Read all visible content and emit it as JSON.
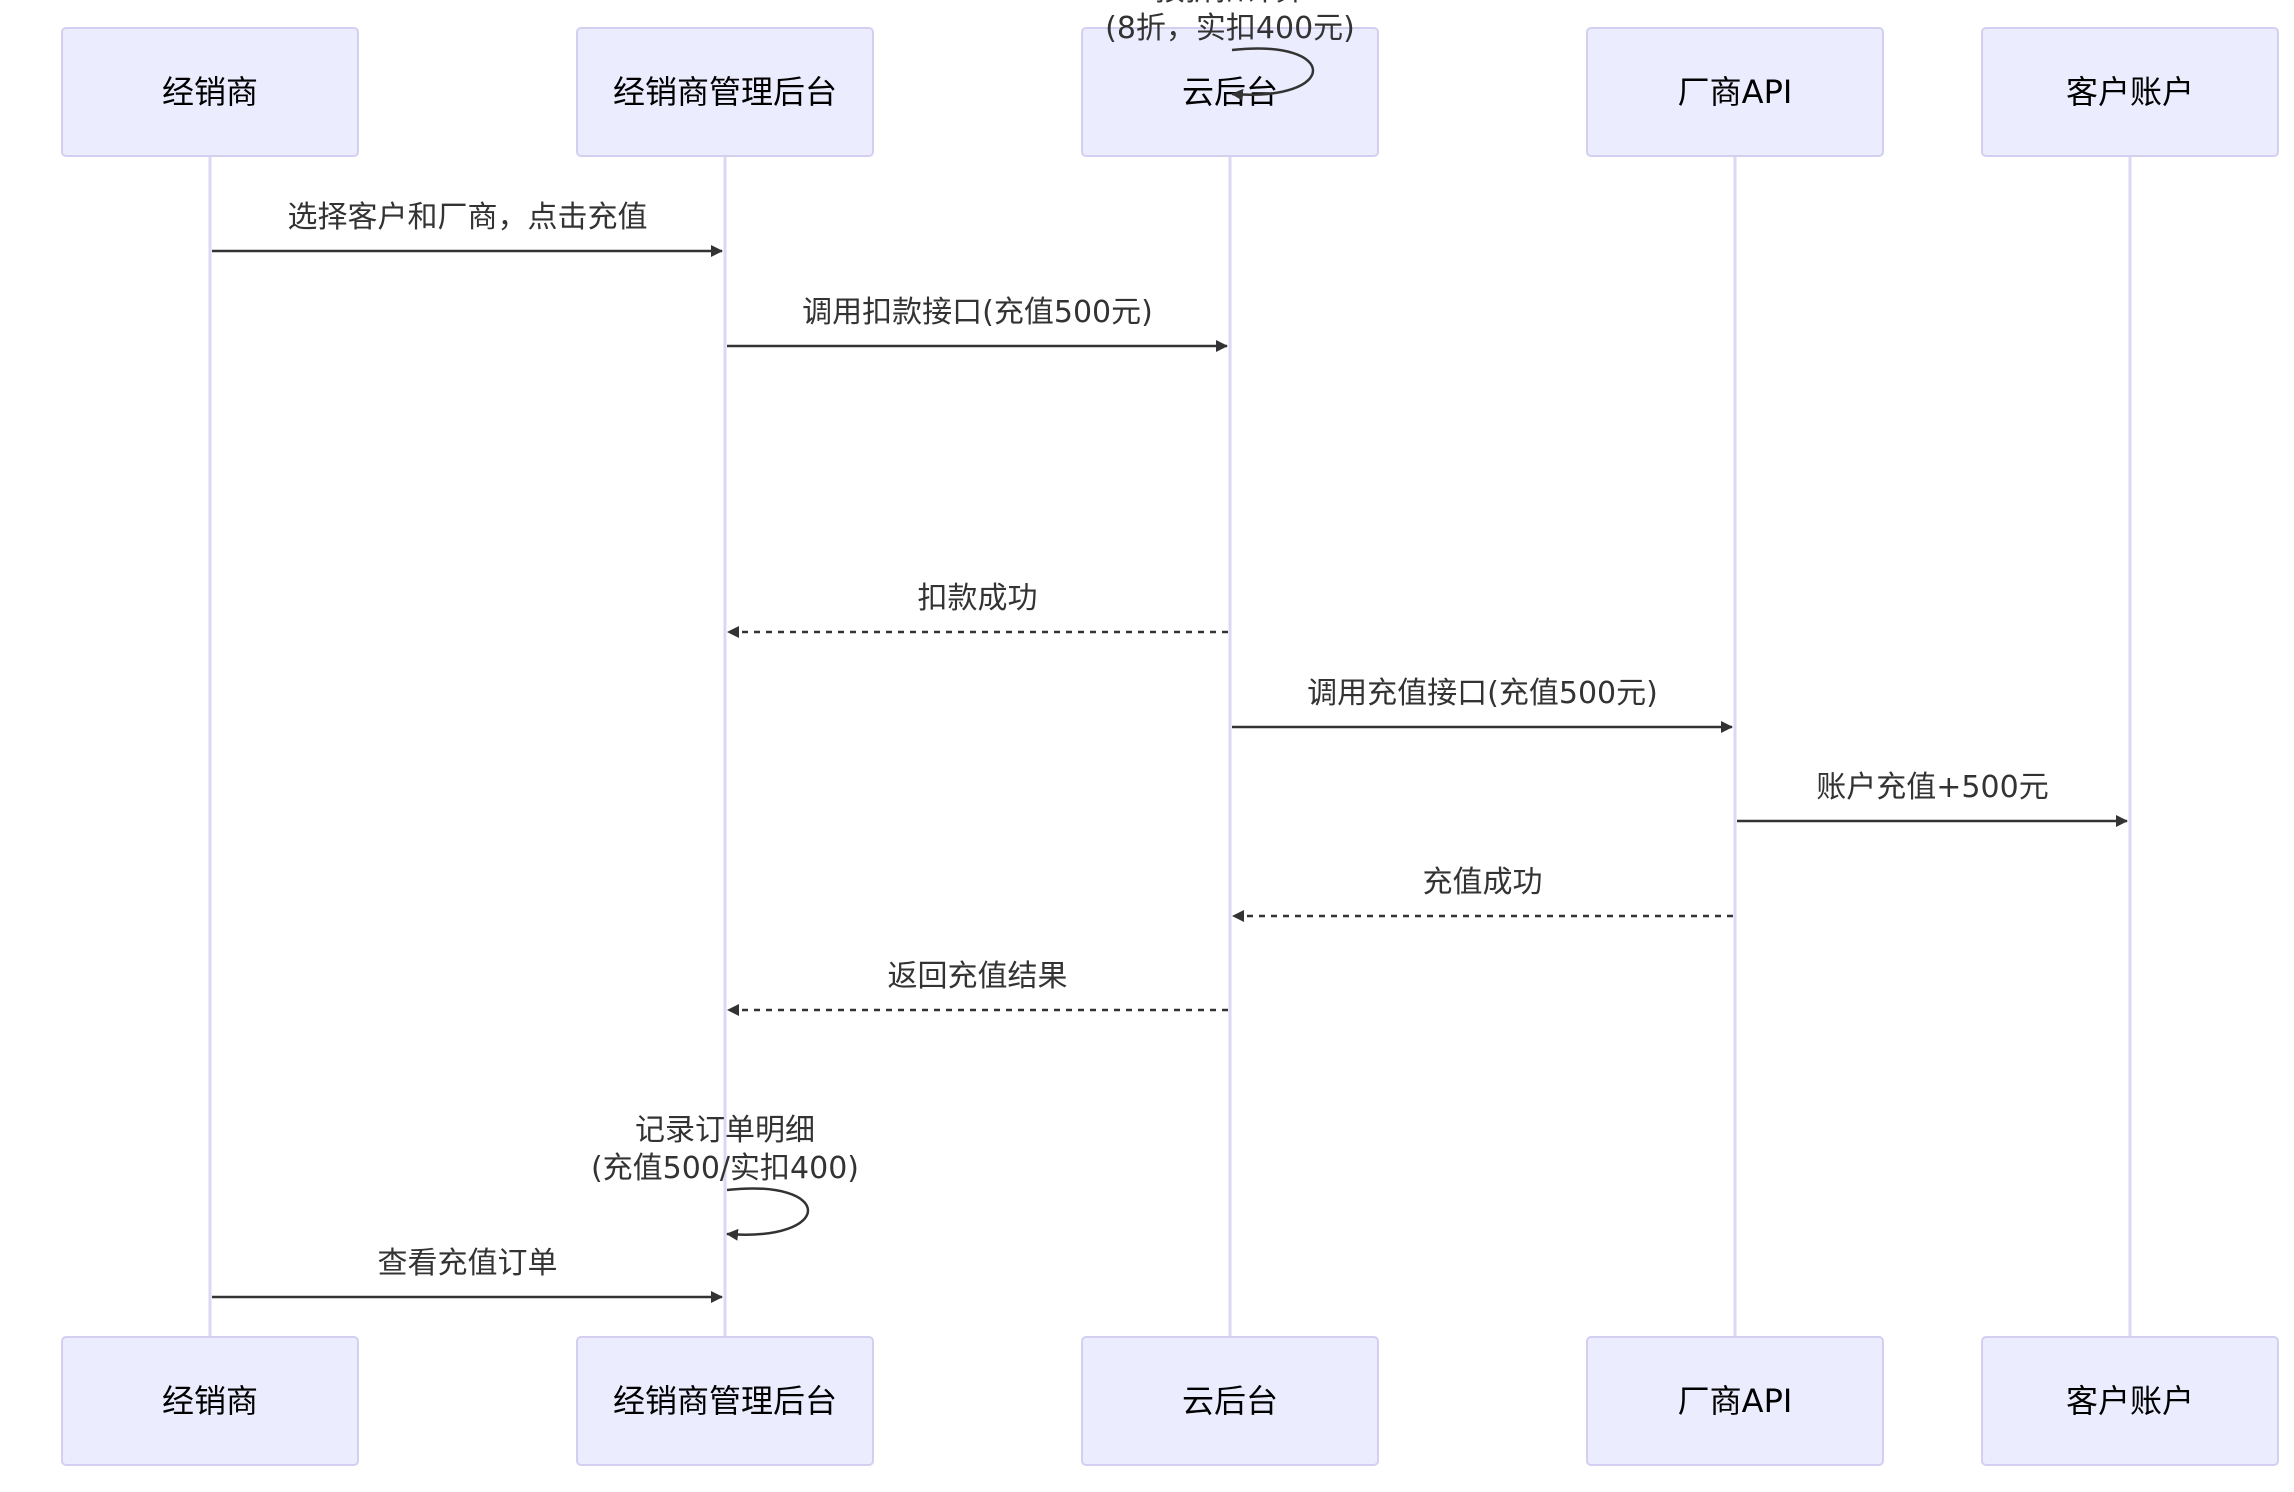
{
  "actors": [
    {
      "id": "dealer",
      "label": "经销商"
    },
    {
      "id": "dealer_admin",
      "label": "经销商管理后台"
    },
    {
      "id": "cloud",
      "label": "云后台"
    },
    {
      "id": "vendor_api",
      "label": "厂商API"
    },
    {
      "id": "customer",
      "label": "客户账户"
    }
  ],
  "messages": [
    {
      "from": 0,
      "to": 1,
      "style": "solid",
      "lines": [
        "选择客户和厂商，点击充值"
      ]
    },
    {
      "from": 1,
      "to": 2,
      "style": "solid",
      "lines": [
        "调用扣款接口(充值500元)"
      ]
    },
    {
      "from": 2,
      "to": 2,
      "style": "solid",
      "lines": [
        "按折扣计算",
        "(8折，实扣400元)"
      ]
    },
    {
      "from": 2,
      "to": 1,
      "style": "dotted",
      "lines": [
        "扣款成功"
      ]
    },
    {
      "from": 2,
      "to": 3,
      "style": "solid",
      "lines": [
        "调用充值接口(充值500元)"
      ]
    },
    {
      "from": 3,
      "to": 4,
      "style": "solid",
      "lines": [
        "账户充值+500元"
      ]
    },
    {
      "from": 3,
      "to": 2,
      "style": "dotted",
      "lines": [
        "充值成功"
      ]
    },
    {
      "from": 2,
      "to": 1,
      "style": "dotted",
      "lines": [
        "返回充值结果"
      ]
    },
    {
      "from": 1,
      "to": 1,
      "style": "solid",
      "lines": [
        "记录订单明细",
        "(充值500/实扣400)"
      ]
    },
    {
      "from": 0,
      "to": 1,
      "style": "solid",
      "lines": [
        "查看充值订单"
      ]
    }
  ]
}
